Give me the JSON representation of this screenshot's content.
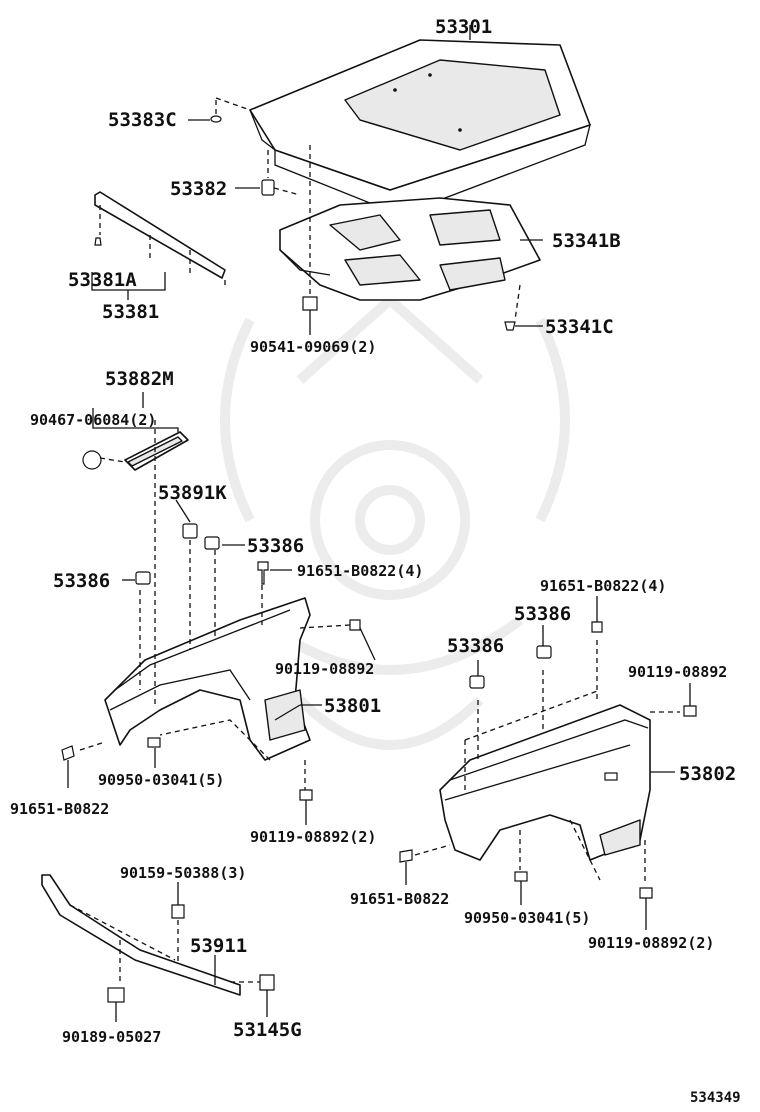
{
  "labels": {
    "p53301": "53301",
    "p53383C": "53383C",
    "p53382": "53382",
    "p53341B": "53341B",
    "p53381A": "53381A",
    "p53381": "53381",
    "p53341C": "53341C",
    "p90541": "90541-09069(2)",
    "p53882M": "53882M",
    "p90467": "90467-06084(2)",
    "p53891K": "53891K",
    "p53386a": "53386",
    "p53386b": "53386",
    "p91651a": "91651-B0822(4)",
    "p90119a": "90119-08892",
    "p53801": "53801",
    "p91651b": "91651-B0822",
    "p90950a": "90950-03041(5)",
    "p90119b": "90119-08892(2)",
    "p91651c": "91651-B0822(4)",
    "p53386c": "53386",
    "p53386d": "53386",
    "p90119c": "90119-08892",
    "p53802": "53802",
    "p91651d": "91651-B0822",
    "p90950b": "90950-03041(5)",
    "p90119d": "90119-08892(2)",
    "p90159": "90159-50388(3)",
    "p53911": "53911",
    "p90189": "90189-05027",
    "p53145G": "53145G",
    "diagram_id": "534349"
  }
}
